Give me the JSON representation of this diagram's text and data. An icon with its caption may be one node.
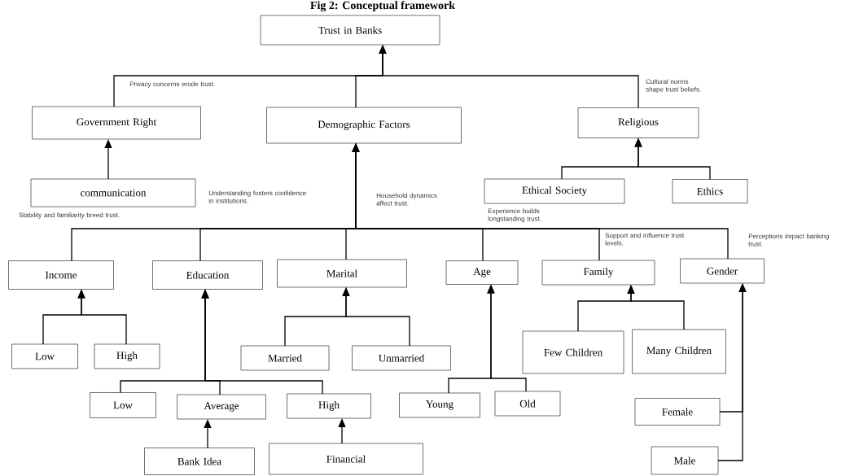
{
  "diagram": {
    "title": "Fig 2: Conceptual framework",
    "nodes": [
      {
        "text": [
          "Trust in Banks"
        ]
      },
      {
        "text": [
          "Government Right"
        ]
      },
      {
        "text": [
          "Demographic Factors"
        ]
      },
      {
        "text": [
          "Religious"
        ]
      },
      {
        "text": [
          "communication"
        ]
      },
      {
        "text": [
          "Ethical Society"
        ]
      },
      {
        "text": [
          "Ethics"
        ]
      },
      {
        "text": [
          "Income"
        ]
      },
      {
        "text": [
          "Education"
        ]
      },
      {
        "text": [
          "Marital"
        ]
      },
      {
        "text": [
          "Age"
        ]
      },
      {
        "text": [
          "Family"
        ]
      },
      {
        "text": [
          "Gender"
        ]
      },
      {
        "text": [
          "Low"
        ]
      },
      {
        "text": [
          "High"
        ]
      },
      {
        "text": [
          "Married"
        ]
      },
      {
        "text": [
          "Unmarried"
        ]
      },
      {
        "text": [
          "Few Children"
        ]
      },
      {
        "text": [
          "Many Children"
        ]
      },
      {
        "text": [
          "Low"
        ]
      },
      {
        "text": [
          "Average"
        ]
      },
      {
        "text": [
          "High"
        ]
      },
      {
        "text": [
          "Young"
        ]
      },
      {
        "text": [
          "Old"
        ]
      },
      {
        "text": [
          "Female"
        ]
      },
      {
        "text": [
          "Male"
        ]
      },
      {
        "text": [
          "Bank Idea"
        ]
      },
      {
        "text": [
          "Financial"
        ]
      }
    ],
    "edges": [
      {
        "from": 1,
        "to": 0,
        "arrow": "to",
        "label": "Privacy concerns erode trust."
      },
      {
        "from": 2,
        "to": 0,
        "arrow": "to"
      },
      {
        "from": 3,
        "to": 0,
        "arrow": "to",
        "label": "Cultural norms shape trust beliefs."
      },
      {
        "from": 4,
        "to": 1,
        "arrow": "to"
      },
      {
        "from": 5,
        "to": 3,
        "arrow": "to"
      },
      {
        "from": 6,
        "to": 3,
        "arrow": "to"
      },
      {
        "from": 7,
        "to": 2,
        "arrow": "to",
        "label": "Stability and familiarity breed trust."
      },
      {
        "from": 8,
        "to": 2,
        "arrow": "to",
        "label": "Understanding fosters confidence in institutions."
      },
      {
        "from": 9,
        "to": 2,
        "arrow": "to",
        "label": "Household dynamics affect trust."
      },
      {
        "from": 10,
        "to": 2,
        "arrow": "to",
        "label": "Experience builds longstanding trust."
      },
      {
        "from": 11,
        "to": 2,
        "arrow": "to",
        "label": "Support and influence trust levels."
      },
      {
        "from": 12,
        "to": 2,
        "arrow": "to",
        "label": "Perceptions impact banking trust."
      },
      {
        "from": 13,
        "to": 7,
        "arrow": "to"
      },
      {
        "from": 14,
        "to": 7,
        "arrow": "to"
      },
      {
        "from": 15,
        "to": 9,
        "arrow": "to"
      },
      {
        "from": 16,
        "to": 9,
        "arrow": "to"
      },
      {
        "from": 17,
        "to": 11,
        "arrow": "to"
      },
      {
        "from": 18,
        "to": 11,
        "arrow": "to"
      },
      {
        "from": 19,
        "to": 8,
        "arrow": "to"
      },
      {
        "from": 20,
        "to": 8,
        "arrow": "to"
      },
      {
        "from": 21,
        "to": 8,
        "arrow": "to"
      },
      {
        "from": 22,
        "to": 10,
        "arrow": "to"
      },
      {
        "from": 23,
        "to": 10,
        "arrow": "to"
      },
      {
        "from": 24,
        "to": 12,
        "arrow": "to"
      },
      {
        "from": 25,
        "to": 12,
        "arrow": "to"
      },
      {
        "from": 26,
        "to": 20,
        "arrow": "to"
      },
      {
        "from": 27,
        "to": 21,
        "arrow": "to"
      }
    ]
  }
}
